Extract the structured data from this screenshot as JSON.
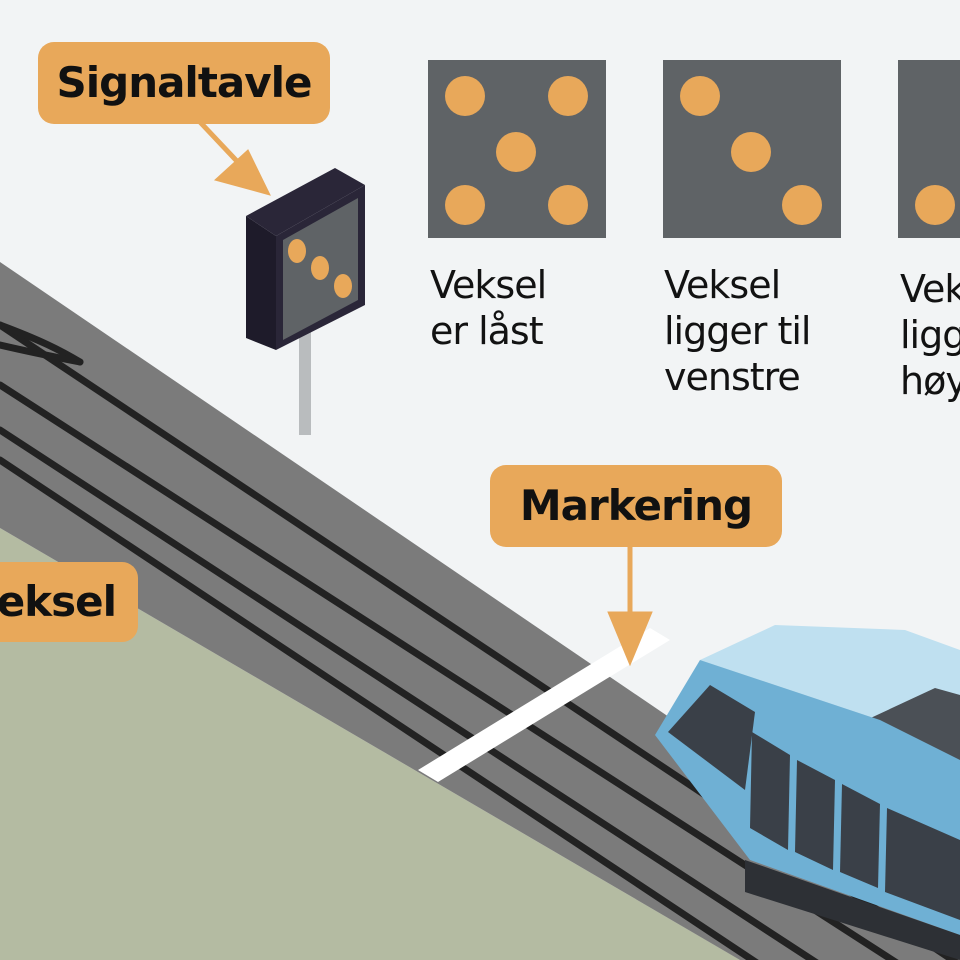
{
  "labels": {
    "signal_board": "Signaltavle",
    "marking": "Markering",
    "switch": "eksel"
  },
  "panels": [
    {
      "name": "locked",
      "lines": [
        "Veksel",
        "er låst"
      ]
    },
    {
      "name": "left",
      "lines": [
        "Veksel",
        "ligger til",
        "venstre"
      ]
    },
    {
      "name": "right",
      "lines": [
        "Vek",
        "ligg",
        "høy"
      ]
    }
  ],
  "colors": {
    "background": "#f2f4f5",
    "label_fill": "#e8a85a",
    "panel_fill": "#5f6366",
    "lamp": "#e8a85a",
    "track_bed": "#7b7b7b",
    "rail": "#222222",
    "grass": "#b4bba2",
    "tram": "#6fb0d4"
  }
}
